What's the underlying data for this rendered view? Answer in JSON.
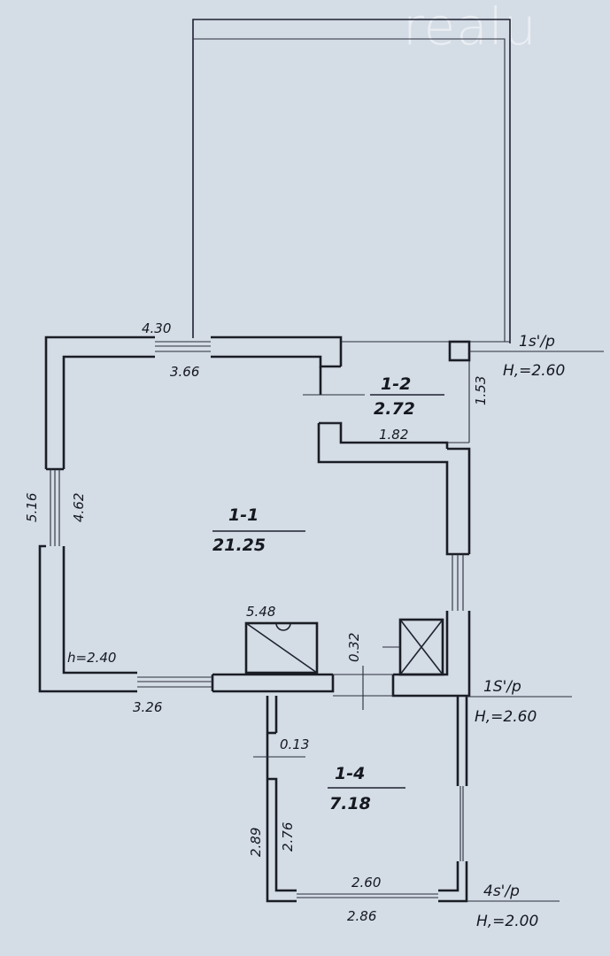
{
  "watermark": {
    "text": "realu"
  },
  "rooms": [
    {
      "id": "1-1",
      "area": "21.25"
    },
    {
      "id": "1-2",
      "area": "2.72"
    },
    {
      "id": "1-4",
      "area": "7.18"
    }
  ],
  "dimensions": {
    "top_outer": "4.30",
    "top_inner": "3.66",
    "left_outer": "5.16",
    "left_inner": "4.62",
    "hall_width": "1.82",
    "hall_height": "1.53",
    "stove": "5.48",
    "bottom_wall": "3.26",
    "ceiling_height": "h=2.40",
    "wall_thickness": "0.32",
    "porch_wall": "0.13",
    "porch_left_outer": "2.89",
    "porch_left_inner": "2.76",
    "porch_bottom_inner": "2.60",
    "porch_bottom_outer": "2.86"
  },
  "levels": [
    {
      "mark": "1s'/p",
      "height": "H,=2.60"
    },
    {
      "mark": "1S'/p",
      "height": "H,=2.60"
    },
    {
      "mark": "4s'/p",
      "height": "H,=2.00"
    }
  ]
}
